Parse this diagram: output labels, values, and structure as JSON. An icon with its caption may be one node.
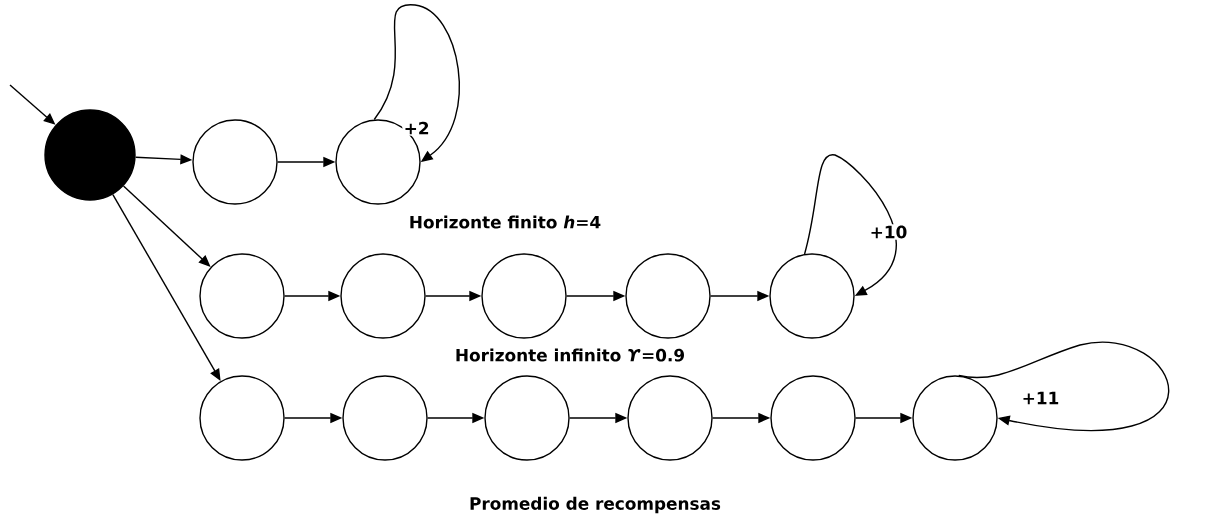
{
  "diagram": {
    "nodes": [
      {
        "text": [],
        "shape": "circle"
      },
      {
        "text": [],
        "shape": "circle"
      },
      {
        "text": [],
        "shape": "circle"
      },
      {
        "text": [],
        "shape": "circle"
      },
      {
        "text": [],
        "shape": "circle"
      },
      {
        "text": [],
        "shape": "circle"
      },
      {
        "text": [],
        "shape": "circle"
      },
      {
        "text": [],
        "shape": "circle"
      },
      {
        "text": [],
        "shape": "circle"
      },
      {
        "text": [],
        "shape": "circle"
      },
      {
        "text": [],
        "shape": "circle"
      },
      {
        "text": [],
        "shape": "circle"
      },
      {
        "text": [],
        "shape": "circle"
      },
      {
        "text": [],
        "shape": "circle"
      }
    ],
    "edges": [
      {
        "from": null,
        "to": 0,
        "arrow": "to"
      },
      {
        "from": 0,
        "to": 1,
        "arrow": "to"
      },
      {
        "from": 1,
        "to": 2,
        "arrow": "to"
      },
      {
        "from": 2,
        "to": 2,
        "arrow": "to",
        "label": "+2"
      },
      {
        "from": 0,
        "to": 3,
        "arrow": "to"
      },
      {
        "from": 3,
        "to": 4,
        "arrow": "to"
      },
      {
        "from": 4,
        "to": 5,
        "arrow": "to"
      },
      {
        "from": 5,
        "to": 6,
        "arrow": "to"
      },
      {
        "from": 6,
        "to": 7,
        "arrow": "to"
      },
      {
        "from": 7,
        "to": 7,
        "arrow": "to",
        "label": "+10"
      },
      {
        "from": 0,
        "to": 8,
        "arrow": "to"
      },
      {
        "from": 8,
        "to": 9,
        "arrow": "to"
      },
      {
        "from": 9,
        "to": 10,
        "arrow": "to"
      },
      {
        "from": 10,
        "to": 11,
        "arrow": "to"
      },
      {
        "from": 11,
        "to": 12,
        "arrow": "to"
      },
      {
        "from": 12,
        "to": 13,
        "arrow": "to"
      },
      {
        "from": 13,
        "to": 13,
        "arrow": "to",
        "label": "+11"
      }
    ],
    "labels": [
      "Horizonte finito *h*=4",
      "Horizonte infinito *ϒ*=0.9",
      "Promedio de recompensas"
    ]
  }
}
